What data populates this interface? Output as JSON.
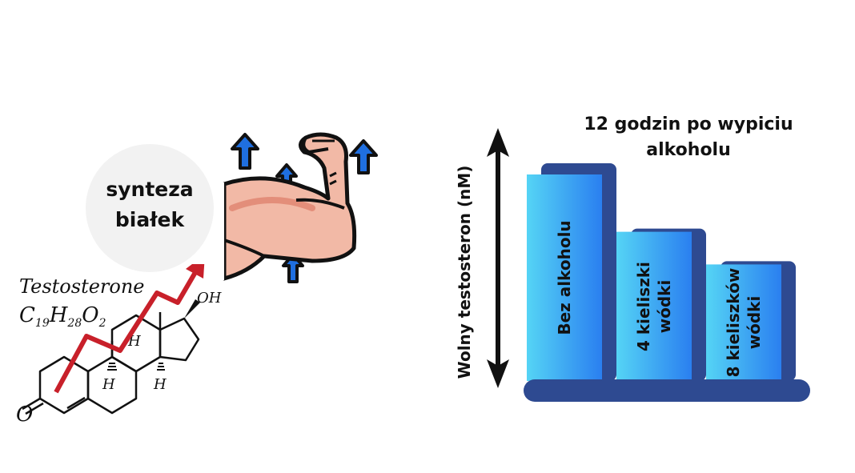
{
  "bubble": {
    "line1": "synteza",
    "line2": "białek"
  },
  "molecule": {
    "name": "Testosterone",
    "formula": {
      "c": "C",
      "c_n": "19",
      "h": "H",
      "h_n": "28",
      "o": "O",
      "o_n": "2"
    },
    "oh_label": "OH",
    "h_label": "H",
    "o_label": "O"
  },
  "chart_data": {
    "type": "bar",
    "title": "12 godzin po wypiciu alkoholu",
    "ylabel": "Wolny testosteron (nM)",
    "categories": [
      "Bez alkoholu",
      "4 kieliszki wódki",
      "8 kieliszków wódki"
    ],
    "values": [
      1.0,
      0.7,
      0.55
    ],
    "colors": {
      "bar_light": "#55d4f5",
      "bar_dark": "#2a7ff0",
      "shadow": "#2e4a91",
      "base": "#2e4a91"
    }
  }
}
